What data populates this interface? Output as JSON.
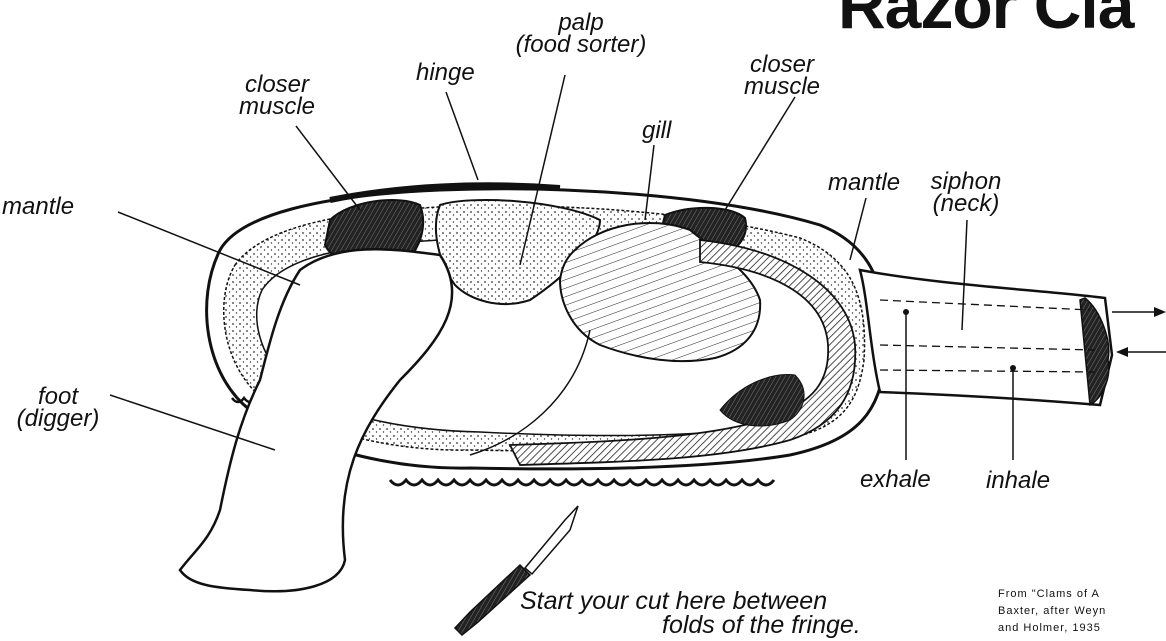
{
  "title": "Razor Cla",
  "labels": {
    "palp": "palp",
    "palp_sub": "(food sorter)",
    "hinge": "hinge",
    "closer_left_1": "closer",
    "closer_left_2": "muscle",
    "closer_right_1": "closer",
    "closer_right_2": "muscle",
    "gill": "gill",
    "mantle_left": "mantle",
    "mantle_right": "mantle",
    "siphon": "siphon",
    "siphon_sub": "(neck)",
    "foot": "foot",
    "foot_sub": "(digger)",
    "exhale": "exhale",
    "inhale": "inhale"
  },
  "cut_note": {
    "line1": "Start your cut here between",
    "line2": "folds of the fringe."
  },
  "credit": {
    "line1": "From \"Clams of A",
    "line2": "Baxter, after Weyn",
    "line3": "and Holmer, 1935"
  }
}
